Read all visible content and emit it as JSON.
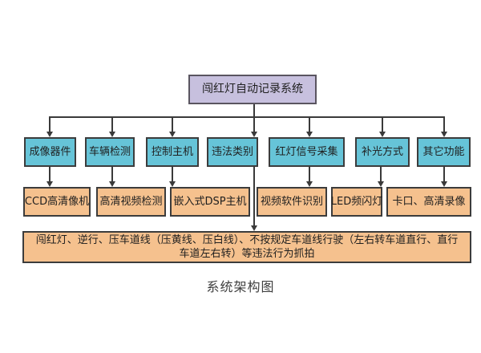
{
  "diagram": {
    "caption": "系统架构图",
    "root": {
      "label": "闯红灯自动记录系统"
    },
    "level2": [
      {
        "label": "成像器件"
      },
      {
        "label": "车辆检测"
      },
      {
        "label": "控制主机"
      },
      {
        "label": "违法类别"
      },
      {
        "label": "红灯信号采集"
      },
      {
        "label": "补光方式"
      },
      {
        "label": "其它功能"
      }
    ],
    "level3": [
      {
        "label": "CCD高清像机"
      },
      {
        "label": "高清视频检测"
      },
      {
        "label": "嵌入式DSP主机"
      },
      {
        "label": "视频软件识别"
      },
      {
        "label": "LED频闪灯"
      },
      {
        "label": "卡口、高清录像"
      }
    ],
    "bottom": {
      "label": "闯红灯、逆行、压车道线（压黄线、压白线）、不按规定车道线行驶（左右转车道直行、直行车道左右转）等违法行为抓拍"
    },
    "colors": {
      "root_fill": "#c7c0de",
      "level2_fill": "#66c4d8",
      "level3_fill": "#f5c18e",
      "bottom_fill": "#f5c18e",
      "box_border": "#3c3c3c",
      "connector": "#3a3a3a",
      "text": "#1f1f1f",
      "background": "#ffffff"
    }
  }
}
